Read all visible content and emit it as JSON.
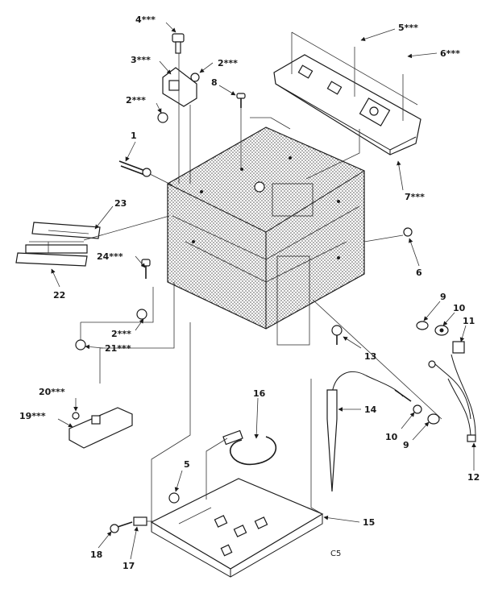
{
  "diagram": {
    "labels": {
      "p4": "4***",
      "p3": "3***",
      "p2a": "2***",
      "p2b": "2***",
      "p8": "8",
      "p5a": "5***",
      "p6a": "6***",
      "p1": "1",
      "p7": "7***",
      "p23": "23",
      "p24": "24***",
      "p22": "22",
      "p6b": "6",
      "p9a": "9",
      "p10a": "10",
      "p11": "11",
      "p2c": "2***",
      "p21": "21***",
      "p13": "13",
      "p20": "20***",
      "p19": "19***",
      "p14": "14",
      "p16": "16",
      "p10b": "10",
      "p9b": "9",
      "p12": "12",
      "p5b": "5",
      "p15": "15",
      "p18": "18",
      "p17": "17"
    },
    "corner_code": "C5"
  }
}
